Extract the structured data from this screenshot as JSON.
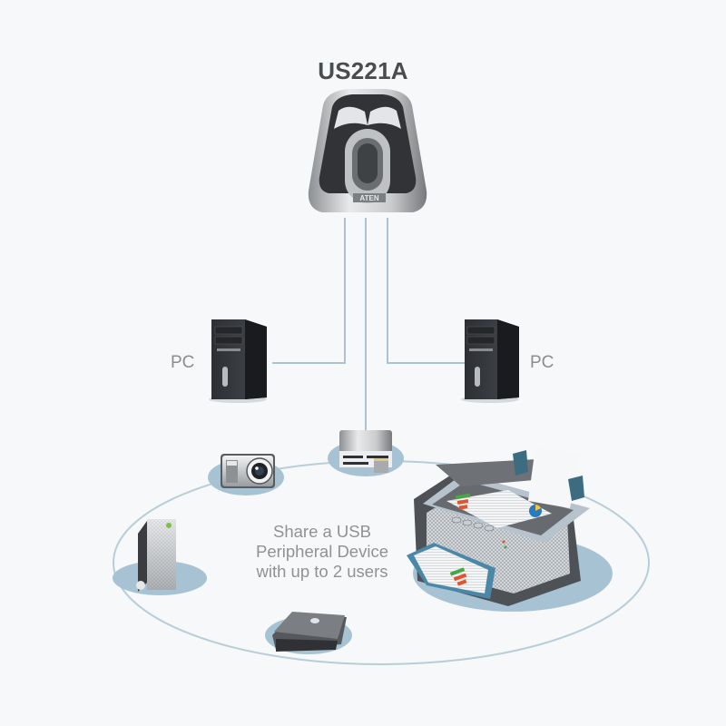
{
  "diagram": {
    "title": "US221A",
    "pc_left_label": "PC",
    "pc_right_label": "PC",
    "center_caption": [
      "Share a USB",
      "Peripheral Device",
      "with up to 2 users"
    ],
    "devices": [
      {
        "name": "card-reader",
        "icon": "card-reader-icon"
      },
      {
        "name": "digital-camera",
        "icon": "camera-icon"
      },
      {
        "name": "external-hard-drive",
        "icon": "hard-drive-icon"
      },
      {
        "name": "scanner",
        "icon": "scanner-icon"
      },
      {
        "name": "multifunction-printer",
        "icon": "printer-icon"
      }
    ],
    "colors": {
      "background": "#f7f8f9",
      "cable": "#a9c3d1",
      "device_shadow": "#a7c3d3",
      "switch_body": "#3a3b3d",
      "title": "#4a4d50",
      "label": "#8a8d90"
    }
  }
}
